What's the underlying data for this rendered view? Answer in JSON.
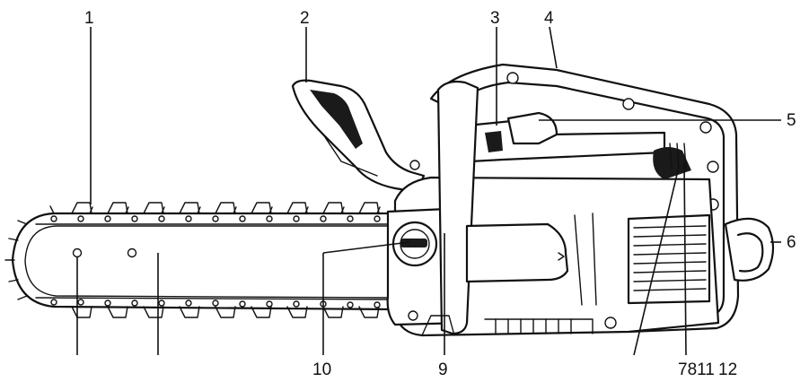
{
  "figure": {
    "callouts": {
      "c1": "1",
      "c2": "2",
      "c3": "3",
      "c4": "4",
      "c5": "5",
      "c6": "6",
      "c9": "9",
      "c10": "10",
      "c11": "11",
      "c12": "12",
      "code": "7811"
    }
  }
}
